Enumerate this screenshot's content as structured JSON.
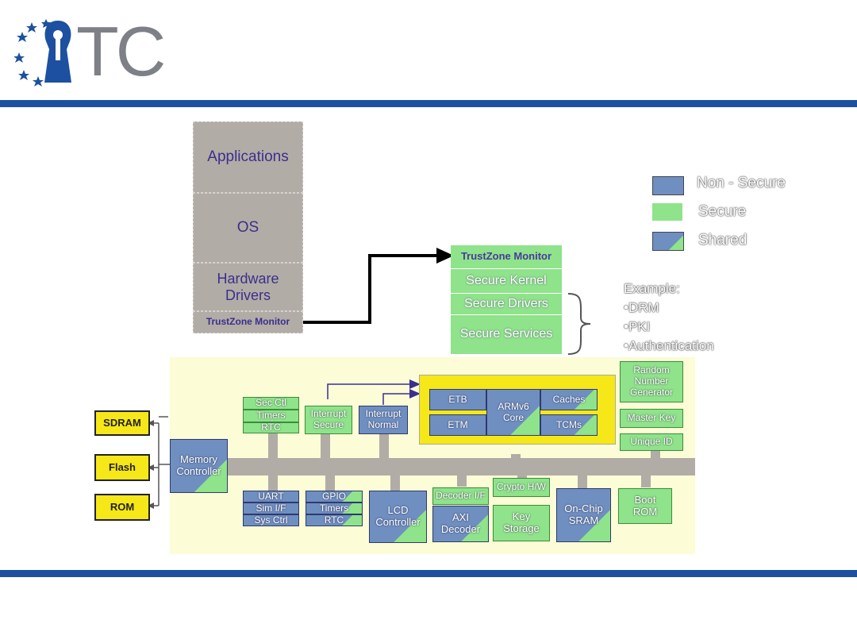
{
  "logo": {
    "text": "TC"
  },
  "stack": {
    "applications": "Applications",
    "os": "OS",
    "hardware_drivers": "Hardware Drivers",
    "trustzone_monitor": "TrustZone Monitor"
  },
  "secure_stack": {
    "trustzone_monitor": "TrustZone Monitor",
    "secure_kernel": "Secure Kernel",
    "secure_drivers": "Secure Drivers",
    "secure_services": "Secure Services"
  },
  "legend": {
    "non_secure": "Non - Secure",
    "secure": "Secure",
    "shared": "Shared",
    "colors": {
      "non_secure": "#6f8fc0",
      "secure": "#8fe38a"
    }
  },
  "example": {
    "title": "Example:",
    "items": [
      "•DRM",
      "•PKI",
      "•Authentication"
    ]
  },
  "soc": {
    "sec_ctl": "Sec Ctl",
    "timers_top": "Timers",
    "rtc_top": "RTC",
    "interrupt_secure": "Interrupt Secure",
    "interrupt_normal": "Interrupt Normal",
    "etb": "ETB",
    "etm": "ETM",
    "core": "ARMv6 Core",
    "caches": "Caches",
    "tcms": "TCMs",
    "rng": "Random Number Generator",
    "master_key": "Master Key",
    "unique_id": "Unique ID",
    "sdram": "SDRAM",
    "flash": "Flash",
    "rom": "ROM",
    "memory_controller": "Memory Controller",
    "uart": "UART",
    "sim_if": "Sim I/F",
    "sys_ctrl": "Sys Ctrl",
    "gpio": "GPIO",
    "timers_bottom": "Timers",
    "rtc_bottom": "RTC",
    "lcd_controller": "LCD Controller",
    "decoder_if": "Decoder I/F",
    "axi_decoder": "AXI Decoder",
    "crypto_hw": "Crypto H/W",
    "key_storage": "Key Storage",
    "on_chip_sram": "On-Chip SRAM",
    "boot_rom": "Boot ROM"
  }
}
